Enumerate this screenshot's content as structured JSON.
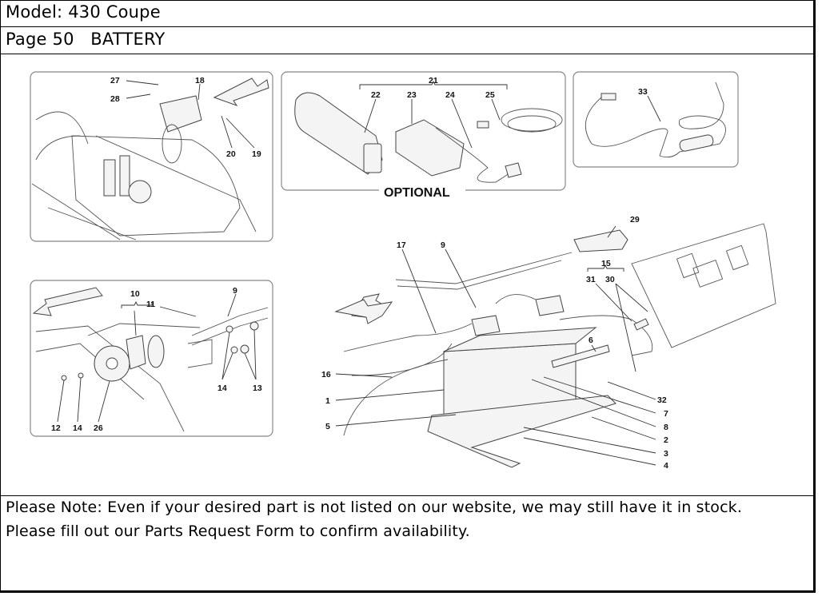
{
  "header": {
    "model": "Model: 430 Coupe",
    "page": "Page 50   BATTERY"
  },
  "diagram": {
    "optional_label": "OPTIONAL",
    "callouts": {
      "c27": "27",
      "c28": "28",
      "c18": "18",
      "c20": "20",
      "c19": "19",
      "c21": "21",
      "c22": "22",
      "c23": "23",
      "c24": "24",
      "c25": "25",
      "c33": "33",
      "c10": "10",
      "c11": "11",
      "c9a": "9",
      "c14a": "14",
      "c13": "13",
      "c12": "12",
      "c14b": "14",
      "c26": "26",
      "c29": "29",
      "c17": "17",
      "c9b": "9",
      "c15": "15",
      "c31": "31",
      "c30": "30",
      "c6": "6",
      "c16": "16",
      "c1": "1",
      "c5": "5",
      "c32": "32",
      "c7": "7",
      "c8": "8",
      "c2": "2",
      "c3": "3",
      "c4": "4"
    }
  },
  "note": {
    "line1": "Please Note: Even if your desired part is not listed on our website, we may still have it in stock.",
    "line2": "Please fill out our Parts Request Form to confirm availability."
  }
}
